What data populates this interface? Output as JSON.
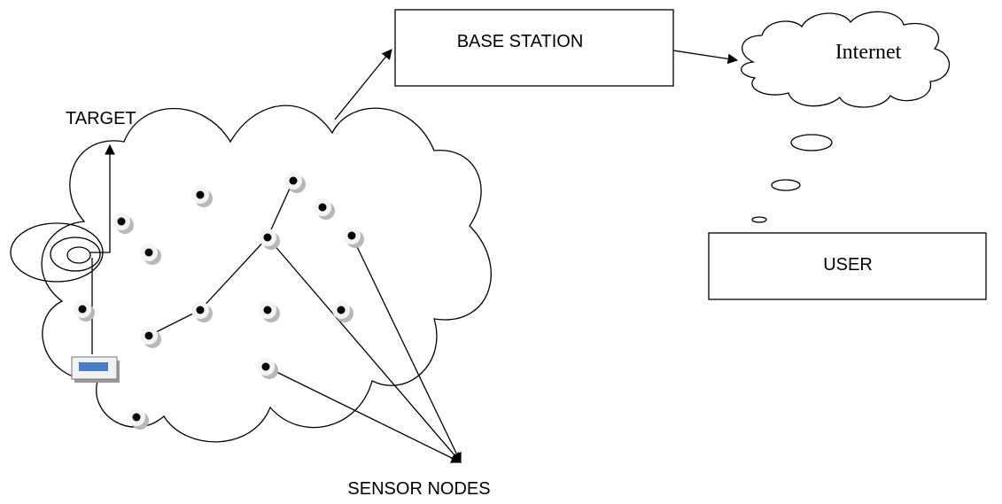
{
  "labels": {
    "target": "TARGET",
    "base_station": "BASE STATION",
    "internet": "Internet",
    "user": "USER",
    "sensor_nodes": "SENSOR NODES"
  },
  "colors": {
    "line": "#000000",
    "node_shadow": "#b8b8b8",
    "device_blue": "#4a7cc7"
  }
}
